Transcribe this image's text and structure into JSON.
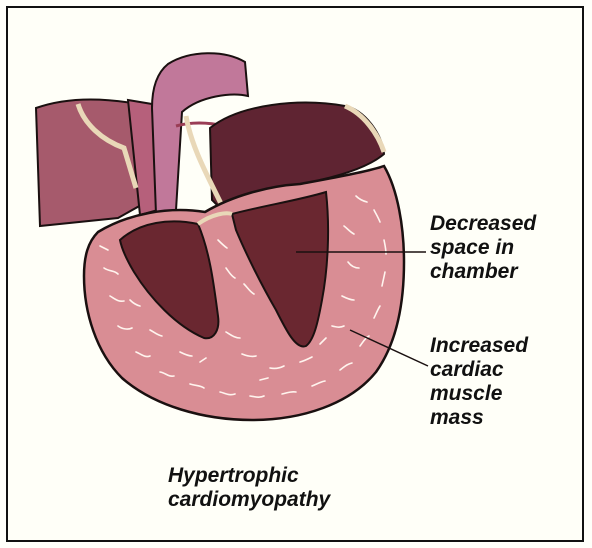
{
  "labels": {
    "decreased_space": [
      "Decreased",
      "space in",
      "chamber"
    ],
    "increased_mass": [
      "Increased",
      "cardiac",
      "muscle",
      "mass"
    ]
  },
  "caption": [
    "Hypertrophic",
    "cardiomyopathy"
  ],
  "colors": {
    "muscle": "#d98d94",
    "chamber_interior": "#6a2730",
    "vessel": "#a8556a",
    "aorta": "#bd6f8f",
    "atrium_dark": "#5f2432",
    "valve_edge": "#e9d8b8",
    "outline": "#1a1010"
  }
}
